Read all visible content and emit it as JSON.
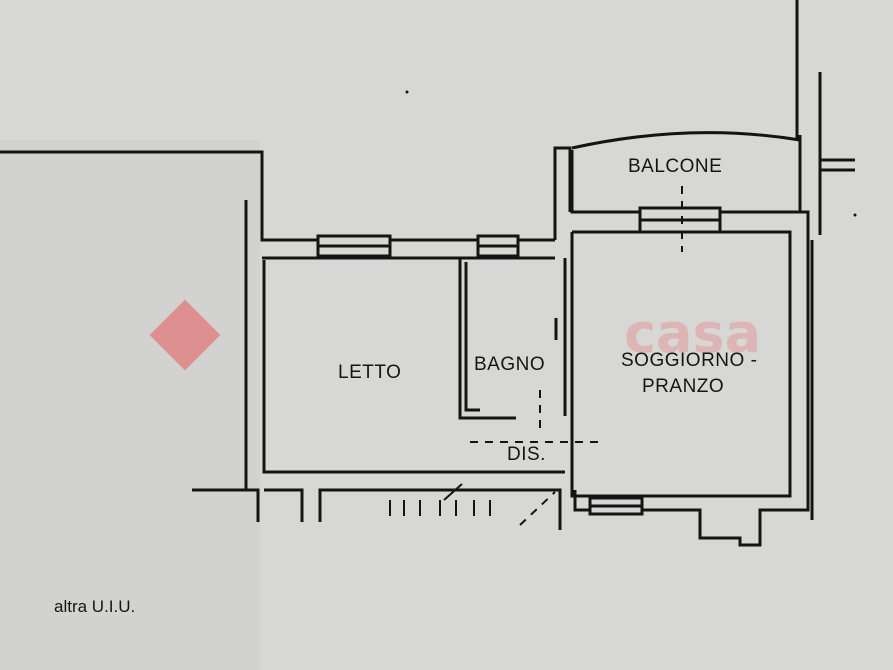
{
  "rooms": {
    "balcone": "BALCONE",
    "letto": "LETTO",
    "bagno": "BAGNO",
    "soggiorno_line1": "SOGGIORNO -",
    "soggiorno_line2": "PRANZO",
    "dis": "DIS."
  },
  "note": "altra U.I.U.",
  "watermark": {
    "text": "casa",
    "color": "#e07a7a"
  },
  "colors": {
    "paper": "#d6d6d4",
    "ink": "#141414"
  }
}
